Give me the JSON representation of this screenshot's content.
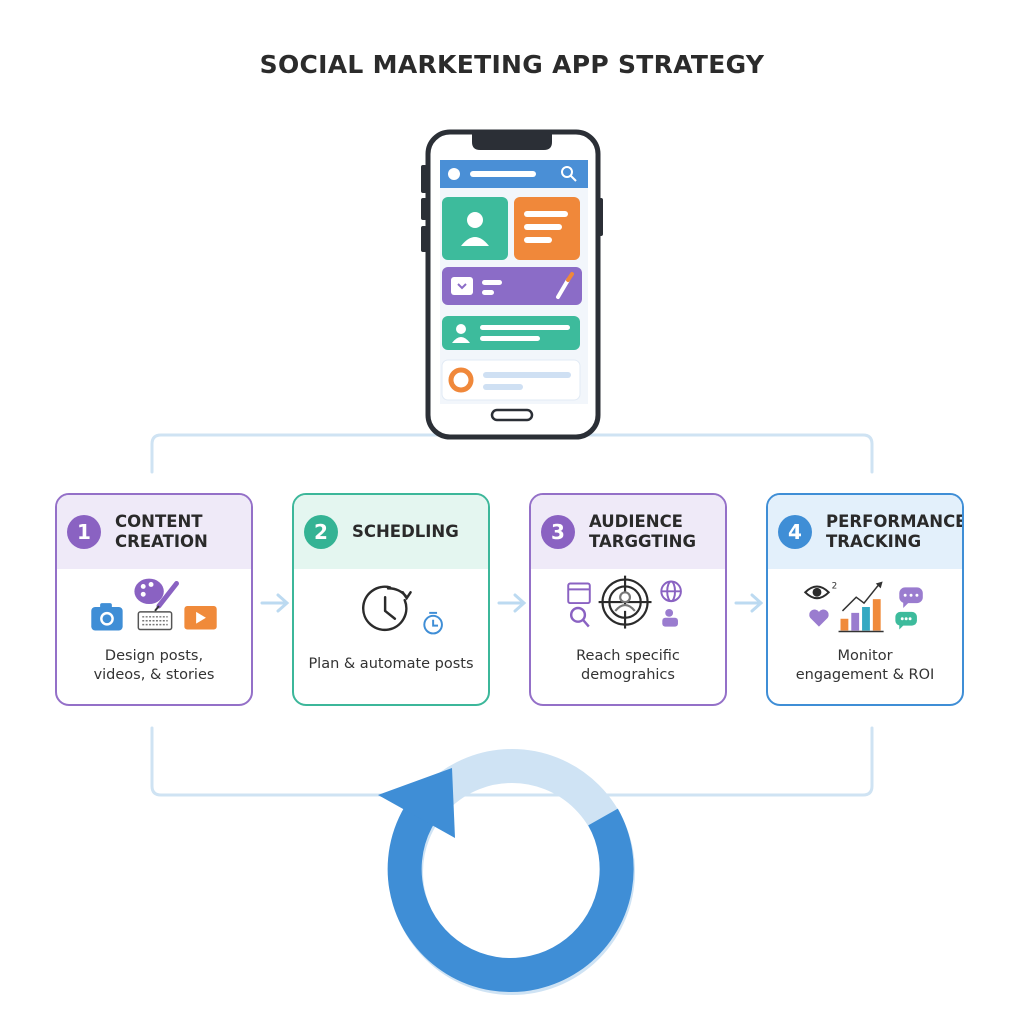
{
  "title": "SOCIAL MARKETING APP STRATEGY",
  "colors": {
    "purple": "#8a62c2",
    "teal": "#34b394",
    "blue": "#3f8ed6",
    "orange": "#f08a3a",
    "connector": "#cfe3f3"
  },
  "steps": [
    {
      "number": "1",
      "title_line1": "CONTENT",
      "title_line2": "CREATION",
      "desc_line1": "Design posts,",
      "desc_line2": "videos, & stories",
      "icons": [
        "camera-icon",
        "palette-icon",
        "keyboard-icon",
        "video-play-icon"
      ]
    },
    {
      "number": "2",
      "title_line1": "SCHEDLING",
      "title_line2": "",
      "desc_line1": "Plan & automate posts",
      "desc_line2": "",
      "icons": [
        "clock-icon",
        "stopwatch-icon"
      ]
    },
    {
      "number": "3",
      "title_line1": "AUDIENCE",
      "title_line2": "TARGGTING",
      "desc_line1": "Reach specific",
      "desc_line2": "demograhics",
      "icons": [
        "calendar-icon",
        "target-user-icon",
        "globe-icon",
        "magnifier-icon",
        "people-icon"
      ]
    },
    {
      "number": "4",
      "title_line1": "PERFORMANCE",
      "title_line2": "TRACKING",
      "desc_line1": "Monitor",
      "desc_line2": "engagement & ROI",
      "icons": [
        "eye-icon",
        "heart-icon",
        "bar-chart-icon",
        "chat-icon"
      ]
    }
  ],
  "eye_superscript": "2"
}
